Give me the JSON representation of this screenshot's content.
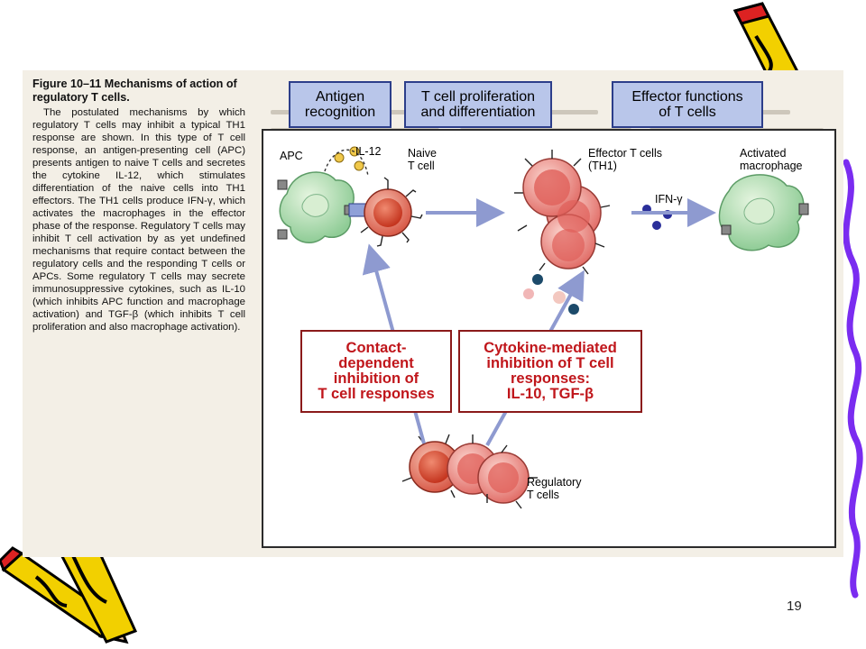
{
  "caption": {
    "title": "Figure 10–11 Mechanisms of action of regulatory T cells.",
    "body": "The postulated mechanisms by which regulatory T cells may inhibit a typical TH1 response are shown. In this type of T cell response, an antigen-presenting cell (APC) presents antigen to naive T cells and secretes the cytokine IL-12, which stimulates differentiation of the naive cells into TH1 effectors. The TH1 cells produce IFN-γ, which activates the macrophages in the effector phase of the response. Regulatory T cells may inhibit T cell activation by as yet undefined mechanisms that require contact between the regulatory cells and the responding T cells or APCs. Some regulatory T cells may secrete immunosuppressive cytokines, such as IL-10 (which inhibits APC function and macrophage activation) and TGF-β (which inhibits T cell proliferation and also macrophage activation)."
  },
  "headers": {
    "antigen_recognition": "Antigen\nrecognition",
    "proliferation": "T cell proliferation\nand differentiation",
    "effector_functions": "Effector functions\nof T cells"
  },
  "labels": {
    "apc": "APC",
    "il12": "IL-12",
    "naive": "Naive\nT cell",
    "effector": "Effector T cells\n(TH1)",
    "ifn": "IFN-γ",
    "macrophage": "Activated\nmacrophage",
    "regulatory": "Regulatory\nT cells"
  },
  "boxes": {
    "contact": "Contact-\ndependent\ninhibition of\nT cell responses",
    "cytokine": "Cytokine-mediated\ninhibition of T cell\nresponses:\nIL-10, TGF-β"
  },
  "colors": {
    "header_fill": "#b9c6ea",
    "header_border": "#2c3e8a",
    "box_text": "#c0161b",
    "arrow": "#8e9ad0",
    "t_cell": "#e07a6a",
    "apc_cell": "#a8d8a8",
    "slide_border": "#7a2cf0"
  },
  "slide": {
    "page_number": "19"
  }
}
